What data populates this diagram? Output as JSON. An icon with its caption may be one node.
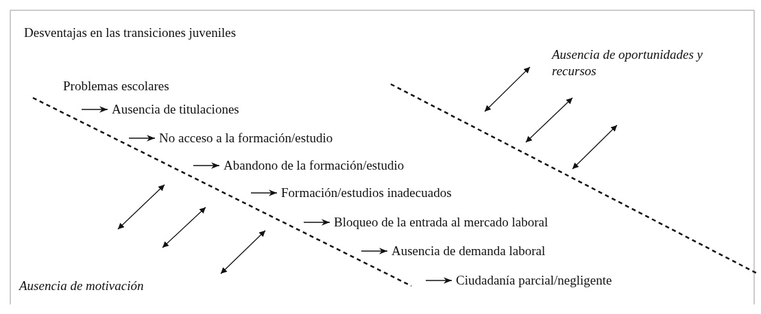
{
  "diagram": {
    "title": "Desventajas en las transiciones juveniles",
    "nodes": [
      {
        "text": [
          "Ausencia de titulaciones"
        ]
      },
      {
        "text": [
          "No acceso a la formación/estudio"
        ]
      },
      {
        "text": [
          "Abandono de la formación/estudio"
        ]
      },
      {
        "text": [
          "Formación/estudios inadecuados"
        ]
      },
      {
        "text": [
          "Bloqueo de la entrada al mercado laboral"
        ]
      },
      {
        "text": [
          "Ausencia de demanda laboral"
        ]
      },
      {
        "text": [
          "Ciudadanía parcial/negligente"
        ]
      }
    ],
    "edges": [
      {
        "from": null,
        "to": 0,
        "arrow": "to"
      },
      {
        "from": null,
        "to": 1,
        "arrow": "to"
      },
      {
        "from": null,
        "to": 2,
        "arrow": "to"
      },
      {
        "from": null,
        "to": 3,
        "arrow": "to"
      },
      {
        "from": null,
        "to": 4,
        "arrow": "to"
      },
      {
        "from": null,
        "to": 5,
        "arrow": "to"
      },
      {
        "from": null,
        "to": 6,
        "arrow": "to"
      }
    ],
    "labels": [
      "Ausencia de oportunidades y recursos",
      "Problemas escolares",
      "Ausencia de motivación"
    ]
  }
}
